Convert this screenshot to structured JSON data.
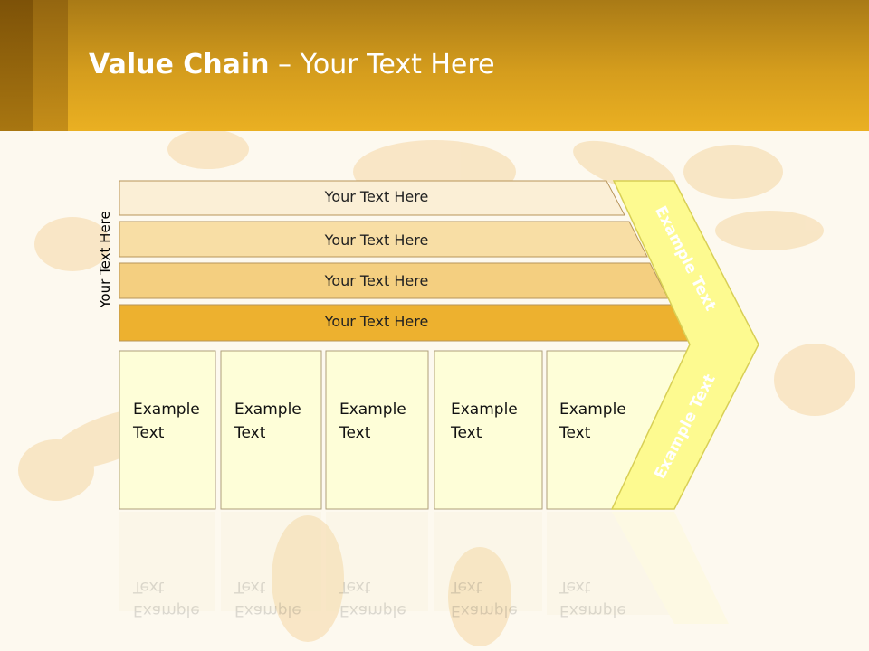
{
  "title": {
    "bold": "Value Chain",
    "rest": " – Your Text Here"
  },
  "side_label": "Your Text Here",
  "bars": [
    {
      "label": "Your Text Here"
    },
    {
      "label": "Your Text Here"
    },
    {
      "label": "Your Text Here"
    },
    {
      "label": "Your Text Here"
    }
  ],
  "columns": [
    {
      "line1": "Example",
      "line2": "Text"
    },
    {
      "line1": "Example",
      "line2": "Text"
    },
    {
      "line1": "Example",
      "line2": "Text"
    },
    {
      "line1": "Example",
      "line2": "Text"
    },
    {
      "line1": "Example",
      "line2": "Text"
    }
  ],
  "chevron": {
    "upper": "Example Text",
    "lower": "Example Text"
  },
  "colors": {
    "header": "#e0a51f",
    "bar1": "#fbefd6",
    "bar2": "#f8dea5",
    "bar3": "#f4cf80",
    "bar4": "#edb12f",
    "column": "#fefed8",
    "chevron": "#fdfa90"
  }
}
